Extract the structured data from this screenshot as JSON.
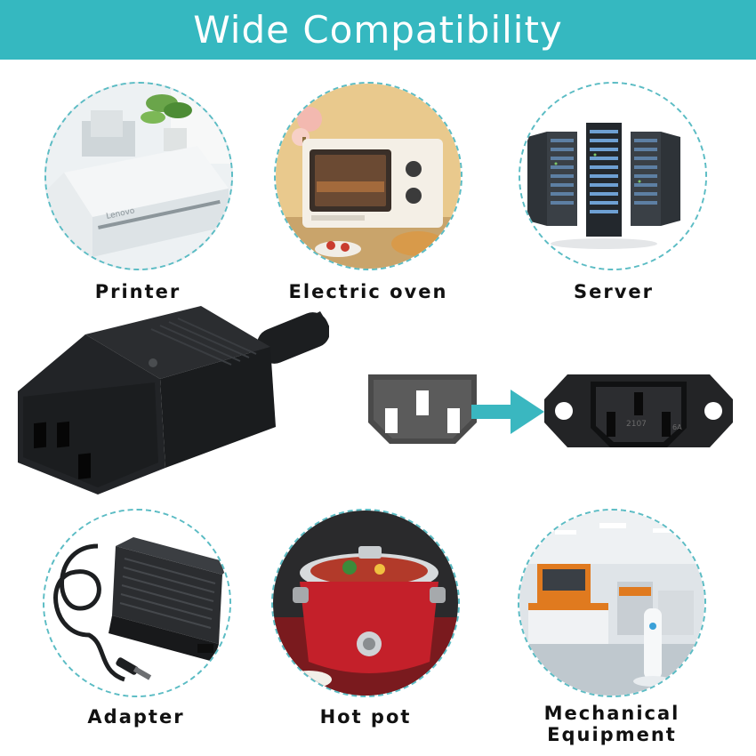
{
  "banner": {
    "title": "Wide Compatibility",
    "color": "#35b8c0"
  },
  "items": [
    {
      "label": "Printer",
      "icon": "printer-icon"
    },
    {
      "label": "Electric oven",
      "icon": "oven-icon"
    },
    {
      "label": "Server",
      "icon": "server-icon"
    },
    {
      "label": "Adapter",
      "icon": "adapter-icon"
    },
    {
      "label": "Hot pot",
      "icon": "slow-cooker-icon"
    },
    {
      "label": "Mechanical\nEquipment",
      "icon": "factory-icon"
    }
  ],
  "connector": {
    "icon": "iec-c13-plug-icon"
  },
  "socket_diagram": {
    "female_icon": "c13-outline-icon",
    "arrow_icon": "arrow-right-icon",
    "inlet_icon": "c14-inlet-icon",
    "inlet_marking_1": "2107",
    "inlet_marking_2": "6A"
  }
}
